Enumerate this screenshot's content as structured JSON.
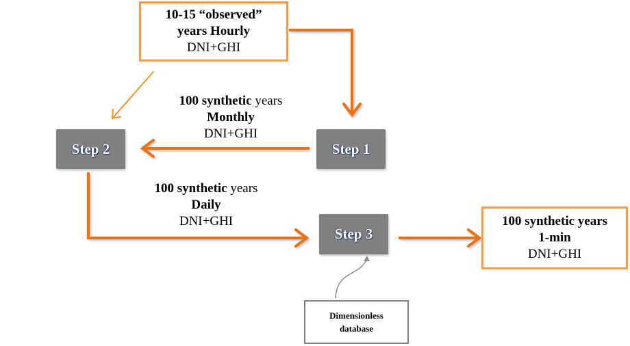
{
  "colors": {
    "arrow": "#e97118",
    "thin_arrow": "#f7931e",
    "box_border": "#f39a4d",
    "step_fill": "#808080",
    "db_border": "#7f7f7f"
  },
  "input_box": {
    "line1_a": "10-15 ",
    "line1_b": "“observed”",
    "line2": "years Hourly",
    "line3": "DNI+GHI"
  },
  "steps": [
    {
      "label": "Step 1"
    },
    {
      "label": "Step 2"
    },
    {
      "label": "Step 3"
    }
  ],
  "monthly_label": {
    "line1_a": "100 ",
    "line1_b": "synthetic",
    "line1_c": " years",
    "line2": "Monthly",
    "line3": "DNI+GHI"
  },
  "daily_label": {
    "line1_a": "100 ",
    "line1_b": "synthetic",
    "line1_c": " years",
    "line2": "Daily",
    "line3": "DNI+GHI"
  },
  "output_box": {
    "line1_a": "100 ",
    "line1_b": "synthetic",
    "line1_c": " years",
    "line2": "1-min",
    "line3": "DNI+GHI"
  },
  "database_box": {
    "line1": "Dimensionless",
    "line2": "database"
  }
}
